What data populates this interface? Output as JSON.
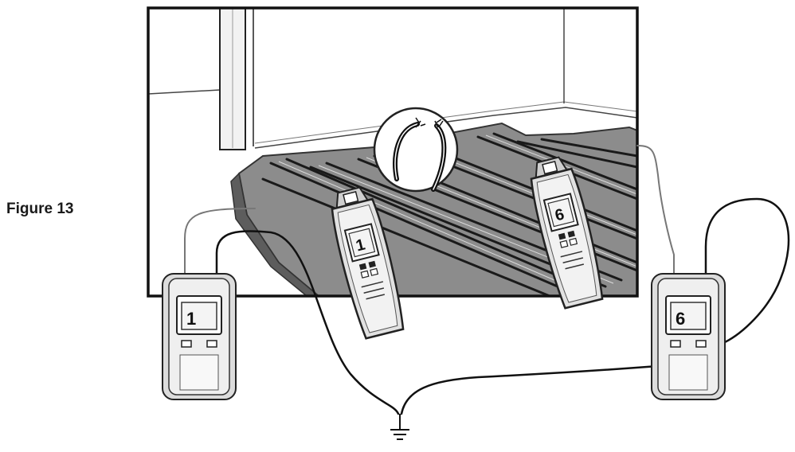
{
  "figure": {
    "label": "Figure 13"
  },
  "transmitters": {
    "left": {
      "channel": "1"
    },
    "right": {
      "channel": "6"
    }
  },
  "receivers": {
    "left": {
      "channel": "1"
    },
    "right": {
      "channel": "6"
    }
  },
  "icons": {
    "ground": "ground-symbol-icon",
    "cut_wire": "cut-cable-detail-icon"
  },
  "colors": {
    "line": "#111111",
    "room_bg": "#ffffff",
    "mat": "#8a8a8a",
    "device_body": "#e6e6e6"
  }
}
